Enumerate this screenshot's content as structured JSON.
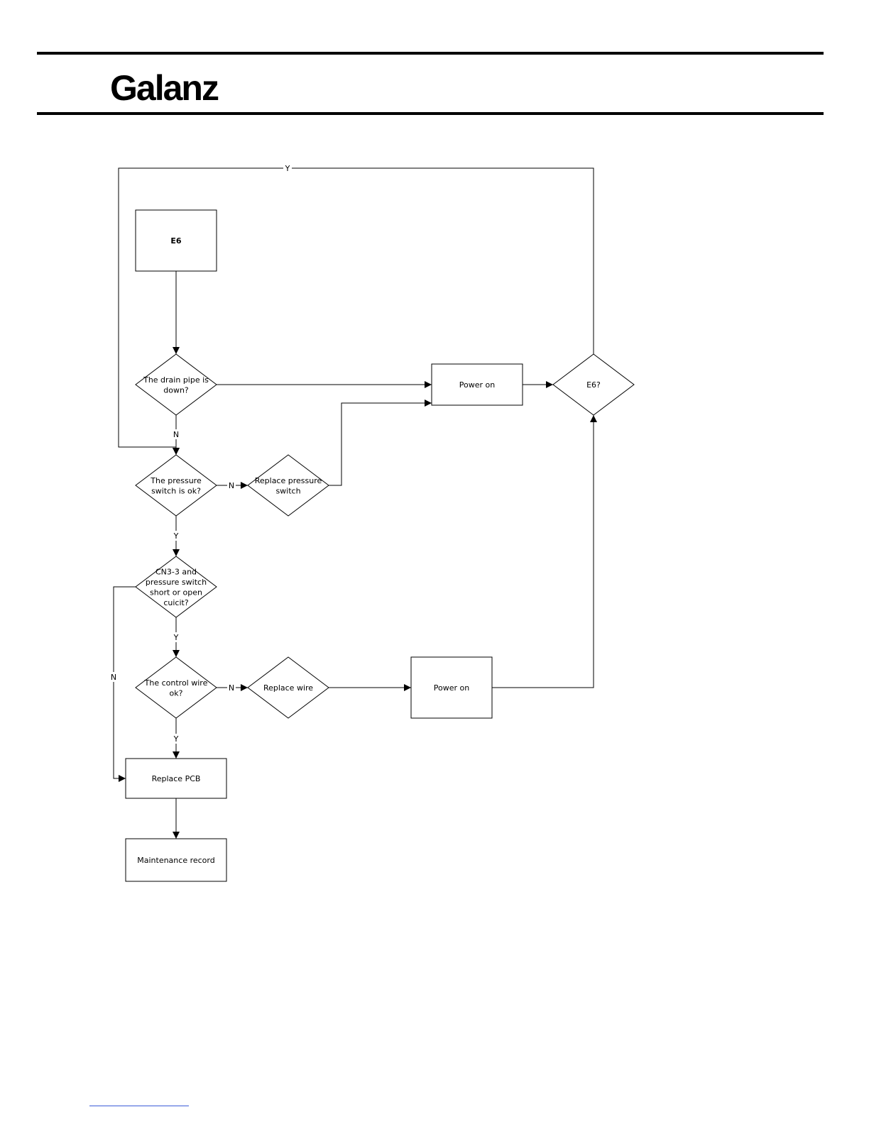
{
  "header": {
    "brand": "Galanz"
  },
  "diagram": {
    "nodes": [
      {
        "id": "start",
        "shape": "rect",
        "lines": [
          "E6"
        ],
        "bold": true
      },
      {
        "id": "drain",
        "shape": "diamond",
        "lines": [
          "The drain pipe is",
          "down?"
        ]
      },
      {
        "id": "power1",
        "shape": "rect",
        "lines": [
          "Power on"
        ]
      },
      {
        "id": "check1",
        "shape": "diamond",
        "lines": [
          "E6?"
        ]
      },
      {
        "id": "pressure",
        "shape": "diamond",
        "lines": [
          "The pressure",
          "switch is ok?"
        ]
      },
      {
        "id": "replace_ps",
        "shape": "diamond",
        "lines": [
          "Replace pressure",
          "switch"
        ]
      },
      {
        "id": "cn3",
        "shape": "diamond",
        "lines": [
          "CN3-3 and",
          "pressure switch",
          "short or open",
          "cuicit?"
        ]
      },
      {
        "id": "wire",
        "shape": "diamond",
        "lines": [
          "The control wire",
          "ok?"
        ]
      },
      {
        "id": "replace_wire",
        "shape": "diamond",
        "lines": [
          "Replace wire"
        ]
      },
      {
        "id": "power2",
        "shape": "rect",
        "lines": [
          "Power on"
        ]
      },
      {
        "id": "pcb",
        "shape": "rect",
        "lines": [
          "Replace PCB"
        ]
      },
      {
        "id": "record",
        "shape": "rect",
        "lines": [
          "Maintenance record"
        ]
      }
    ],
    "edges": [
      {
        "id": "start-drain",
        "from": "start",
        "to": "drain",
        "label": ""
      },
      {
        "id": "drain-power1",
        "from": "drain",
        "to": "power1",
        "label": ""
      },
      {
        "id": "power1-check1",
        "from": "power1",
        "to": "check1",
        "label": ""
      },
      {
        "id": "check1-pressure",
        "from": "check1",
        "to": "pressure",
        "label": "Y"
      },
      {
        "id": "drain-pressure",
        "from": "drain",
        "to": "pressure",
        "label": "N"
      },
      {
        "id": "pressure-replace_ps",
        "from": "pressure",
        "to": "replace_ps",
        "label": "N"
      },
      {
        "id": "replace_ps-power1",
        "from": "replace_ps",
        "to": "power1",
        "label": ""
      },
      {
        "id": "pressure-cn3",
        "from": "pressure",
        "to": "cn3",
        "label": "Y"
      },
      {
        "id": "cn3-pcb",
        "from": "cn3",
        "to": "pcb",
        "label": "N"
      },
      {
        "id": "cn3-wire",
        "from": "cn3",
        "to": "wire",
        "label": "Y"
      },
      {
        "id": "wire-replace_wire",
        "from": "wire",
        "to": "replace_wire",
        "label": "N"
      },
      {
        "id": "replace_wire-power2",
        "from": "replace_wire",
        "to": "power2",
        "label": ""
      },
      {
        "id": "power2-check1",
        "from": "power2",
        "to": "check1",
        "label": ""
      },
      {
        "id": "wire-pcb",
        "from": "wire",
        "to": "pcb",
        "label": "Y"
      },
      {
        "id": "pcb-record",
        "from": "pcb",
        "to": "record",
        "label": ""
      }
    ]
  }
}
